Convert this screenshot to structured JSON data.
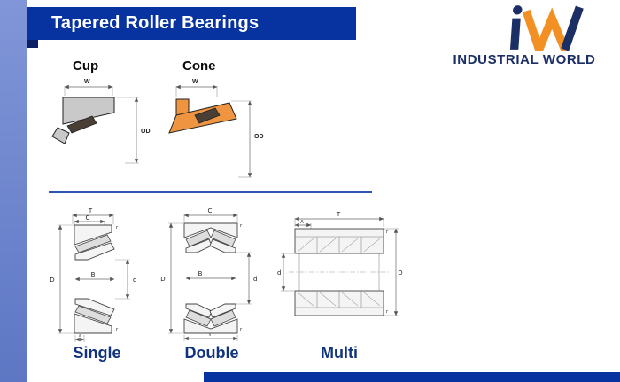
{
  "header": {
    "title": "Tapered Roller Bearings"
  },
  "logo": {
    "name": "INDUSTRIAL WORLD"
  },
  "figures": {
    "cup": {
      "title": "Cup",
      "dims": {
        "W": "W",
        "OD": "OD"
      }
    },
    "cone": {
      "title": "Cone",
      "dims": {
        "W": "W",
        "OD": "OD"
      }
    }
  },
  "drawings": {
    "single": {
      "label": "Single",
      "dims": {
        "T": "T",
        "C": "C",
        "B": "B",
        "D": "D",
        "d": "d",
        "a": "a",
        "r_top": "r",
        "r_bottom": "r"
      }
    },
    "double": {
      "label": "Double",
      "dims": {
        "C": "C",
        "B": "B",
        "T": "T",
        "D": "D",
        "d": "d",
        "r_top": "r",
        "r_bottom": "r"
      }
    },
    "multi": {
      "label": "Multi",
      "dims": {
        "T": "T",
        "A": "A",
        "D": "D",
        "d": "d",
        "r_top": "r",
        "r_bottom": "r"
      }
    }
  },
  "colors": {
    "header_blue": "#0733a1",
    "strip_blue": "#6e86d0",
    "accent_navy": "#11337f",
    "logo_orange": "#f29024",
    "cone_orange": "#ef9440",
    "cup_gray": "#c9c9c9"
  }
}
